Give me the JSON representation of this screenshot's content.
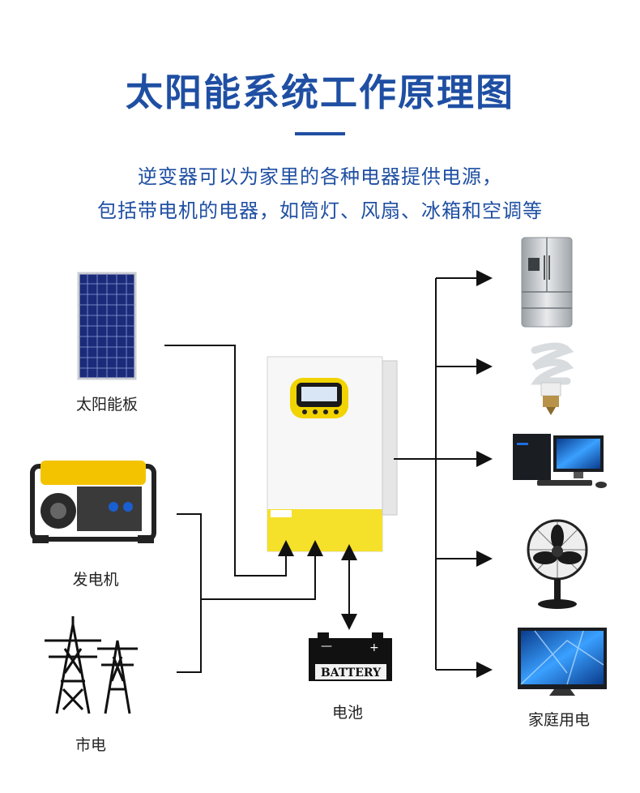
{
  "header": {
    "title": "太阳能系统工作原理图",
    "subtitle_line1": "逆变器可以为家里的各种电器提供电源，",
    "subtitle_line2": "包括带电机的电器，如筒灯、风扇、冰箱和空调等"
  },
  "sources": {
    "solar_panel": "太阳能板",
    "generator": "发电机",
    "grid": "市电"
  },
  "battery": {
    "text": "BATTERY",
    "label": "电池"
  },
  "loads": {
    "label": "家庭用电"
  },
  "colors": {
    "title_blue": "#1f4fa3",
    "inverter_yellow": "#f5e02a"
  }
}
